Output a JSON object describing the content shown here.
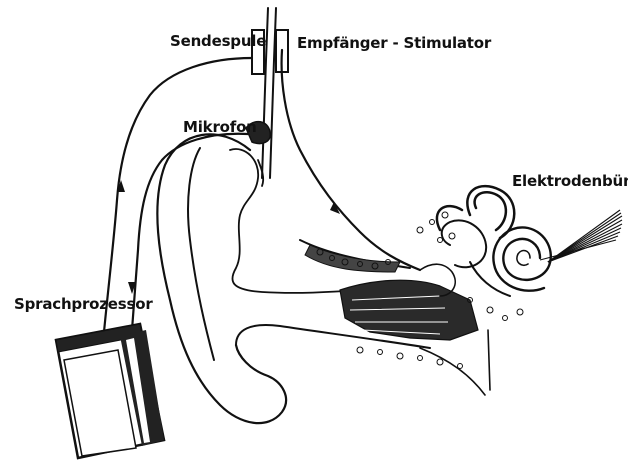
{
  "labels": {
    "sendespule": "Sendespule",
    "empfaenger": "Empfänger - Stimulator",
    "mikrofon": "Mikrofon",
    "elektrodenbuendel": "Elektrodenbündel",
    "sprachprozessor": "Sprachprozessor"
  },
  "colors": {
    "ink": "#111111",
    "paper": "#ffffff"
  }
}
